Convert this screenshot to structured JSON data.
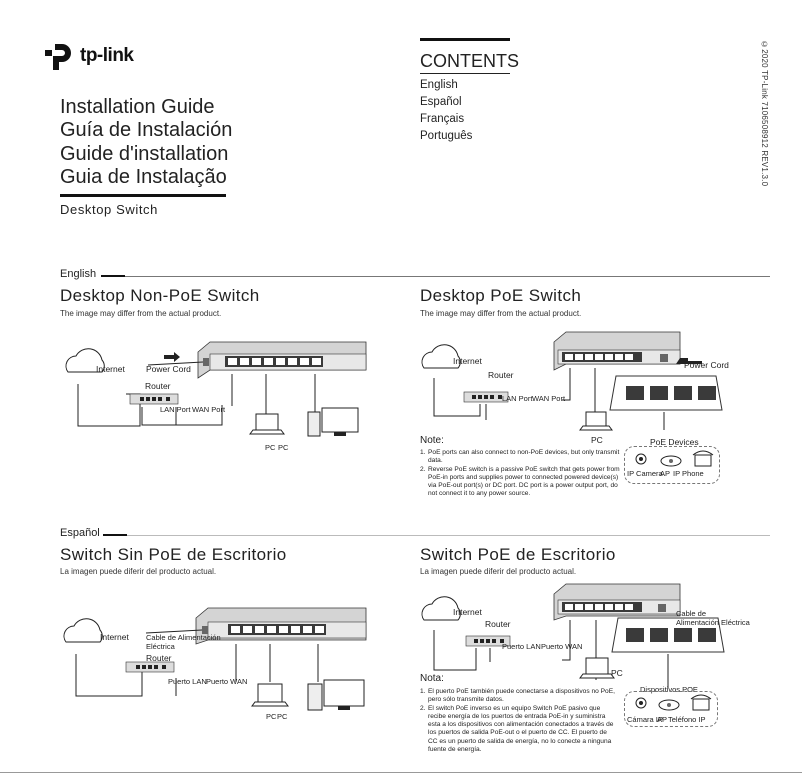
{
  "brand": {
    "name": "tp-link"
  },
  "guide_titles": [
    "Installation Guide",
    "Guía de Instalación",
    "Guide d'installation",
    "Guia de Instalação"
  ],
  "product": "Desktop Switch",
  "contents": {
    "heading": "CONTENTS",
    "items": [
      "English",
      "Español",
      "Français",
      "Português"
    ]
  },
  "side_text": "©2020 TP-Link 7106508912 REV1.3.0",
  "english": {
    "lang": "English",
    "non_poe": {
      "title": "Desktop Non-PoE Switch",
      "subtitle": "The image may differ from the actual product.",
      "internet": "Internet",
      "power": "Power Cord",
      "router": "Router",
      "lan": "LAN Port",
      "wan": "WAN Port",
      "pc": "PC",
      "pc2": "PC"
    },
    "poe": {
      "title": "Desktop PoE Switch",
      "subtitle": "The image may differ from the actual product.",
      "internet": "Internet",
      "power": "Power Cord",
      "router": "Router",
      "lan": "LAN Port",
      "wan": "WAN Port",
      "pc": "PC",
      "devices": "PoE Devices",
      "ipcam": "IP Camera",
      "ap": "AP",
      "phone": "IP Phone",
      "note_title": "Note:",
      "notes": [
        "PoE ports can also connect to non-PoE devices, but only transmit data.",
        "Reverse PoE switch is a passive PoE switch that gets power from PoE-in ports and supplies power to connected powered device(s) via PoE-out port(s) or DC port. DC port is a power output port, do not connect it to any power source."
      ]
    }
  },
  "espanol": {
    "lang": "Español",
    "non_poe": {
      "title": "Switch Sin PoE de Escritorio",
      "subtitle": "La imagen puede diferir del producto actual.",
      "internet": "Internet",
      "power": "Cable de Alimentación Eléctrica",
      "router": "Router",
      "lan": "Puerto LAN",
      "wan": "Puerto WAN",
      "pc": "PC",
      "pc2": "PC"
    },
    "poe": {
      "title": "Switch PoE de Escritorio",
      "subtitle": "La imagen puede diferir del producto actual.",
      "internet": "Internet",
      "power": "Cable de Alimentación Eléctrica",
      "router": "Router",
      "lan": "Puerto LAN",
      "wan": "Puerto WAN",
      "pc": "PC",
      "devices": "Dispositivos POE",
      "ipcam": "Cámara IP",
      "ap": "AP",
      "phone": "Teléfono IP",
      "note_title": "Nota:",
      "notes": [
        "El puerto PoE también puede conectarse a dispositivos no PoE, pero sólo transmite datos.",
        "El switch PoE inverso es un equipo Switch PoE pasivo que recibe energía de los puertos de entrada PoE-in y suministra esta a los dispositivos con alimentación conectados a través de los puertos de salida PoE-out o el puerto de CC. El puerto de CC es un puerto de salida de energía, no lo conecte a ninguna fuente de energía."
      ]
    }
  },
  "colors": {
    "ink": "#1a1a1a",
    "device": "#dcdcdc",
    "panel": "#3a3a3a"
  }
}
